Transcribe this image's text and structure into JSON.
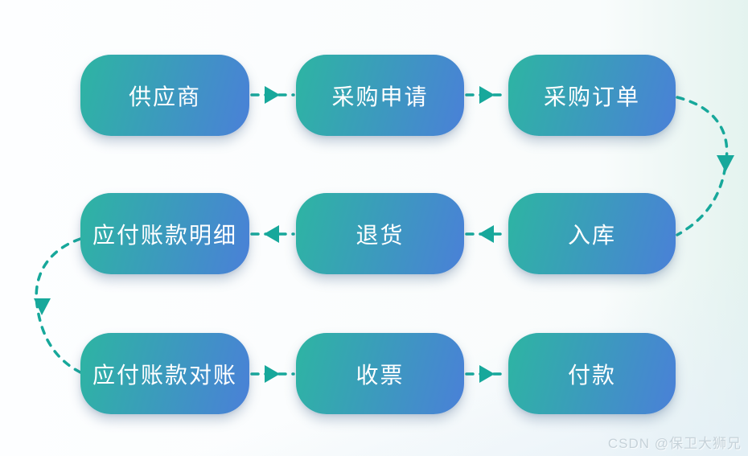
{
  "diagram": {
    "type": "flowchart",
    "description_visible": false
  },
  "colors": {
    "node_gradient_start": "#2db5a2",
    "node_gradient_end": "#4a80d8",
    "node_text": "#ffffff",
    "arrow": "#17a89b",
    "background_start": "#fdfeff",
    "background_end": "#e4f3ef",
    "watermark": "#c6d2d9"
  },
  "nodes": [
    {
      "id": "supplier",
      "label": "供应商",
      "row": 1,
      "col": 1
    },
    {
      "id": "purchase-request",
      "label": "采购申请",
      "row": 1,
      "col": 2
    },
    {
      "id": "purchase-order",
      "label": "采购订单",
      "row": 1,
      "col": 3
    },
    {
      "id": "ap-detail",
      "label": "应付账款明细",
      "row": 2,
      "col": 1
    },
    {
      "id": "return-goods",
      "label": "退货",
      "row": 2,
      "col": 2
    },
    {
      "id": "warehouse-in",
      "label": "入库",
      "row": 2,
      "col": 3
    },
    {
      "id": "ap-reconciliation",
      "label": "应付账款对账",
      "row": 3,
      "col": 1
    },
    {
      "id": "invoice-receipt",
      "label": "收票",
      "row": 3,
      "col": 2
    },
    {
      "id": "payment",
      "label": "付款",
      "row": 3,
      "col": 3
    }
  ],
  "edges": [
    {
      "from": "供应商",
      "to": "采购申请",
      "style": "dashed",
      "shape": "straight-right"
    },
    {
      "from": "采购申请",
      "to": "采购订单",
      "style": "dashed",
      "shape": "straight-right"
    },
    {
      "from": "采购订单",
      "to": "入库",
      "style": "dashed",
      "shape": "curve-right-down"
    },
    {
      "from": "入库",
      "to": "退货",
      "style": "dashed",
      "shape": "straight-left"
    },
    {
      "from": "退货",
      "to": "应付账款明细",
      "style": "dashed",
      "shape": "straight-left"
    },
    {
      "from": "应付账款明细",
      "to": "应付账款对账",
      "style": "dashed",
      "shape": "curve-left-down"
    },
    {
      "from": "应付账款对账",
      "to": "收票",
      "style": "dashed",
      "shape": "straight-right"
    },
    {
      "from": "收票",
      "to": "付款",
      "style": "dashed",
      "shape": "straight-right"
    }
  ],
  "watermark": {
    "text": "CSDN @保卫大狮兄"
  }
}
